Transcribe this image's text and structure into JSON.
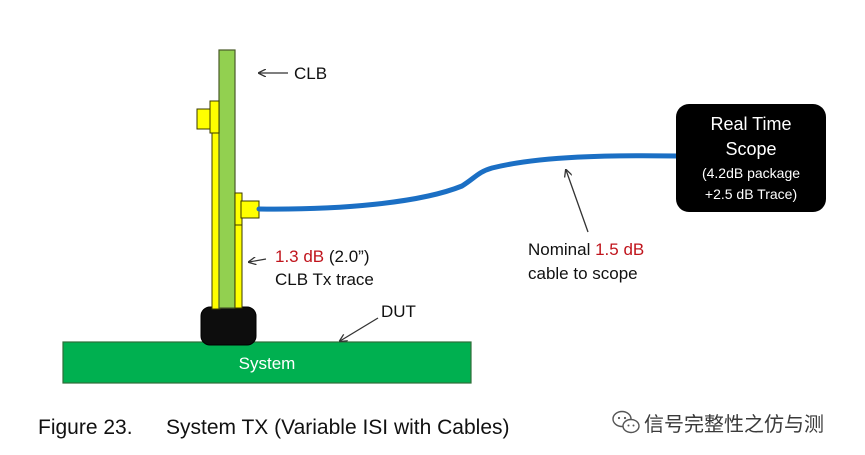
{
  "labels": {
    "clb": "CLB",
    "clb_trace_value": "1.3 dB",
    "clb_trace_length": " (2.0”)",
    "clb_trace_desc": "CLB Tx trace",
    "dut": "DUT",
    "system": "System",
    "cable_prefix": "Nominal ",
    "cable_value": "1.5 dB",
    "cable_desc": "cable to scope"
  },
  "scope": {
    "line1": "Real Time",
    "line2": "Scope",
    "line3": "(4.2dB package",
    "line4": "+2.5 dB Trace)"
  },
  "caption": {
    "figure": "Figure 23.",
    "title": "System TX (Variable ISI with Cables)"
  },
  "watermark": {
    "text": "信号完整性之仿与测",
    "icon": "wechat-logo"
  },
  "colors": {
    "clb_board": "#92d050",
    "connector": "#ffff00",
    "system_board": "#00b050",
    "cable": "#1b6fc4",
    "highlight": "#c0141c",
    "scope_box": "#000000"
  }
}
